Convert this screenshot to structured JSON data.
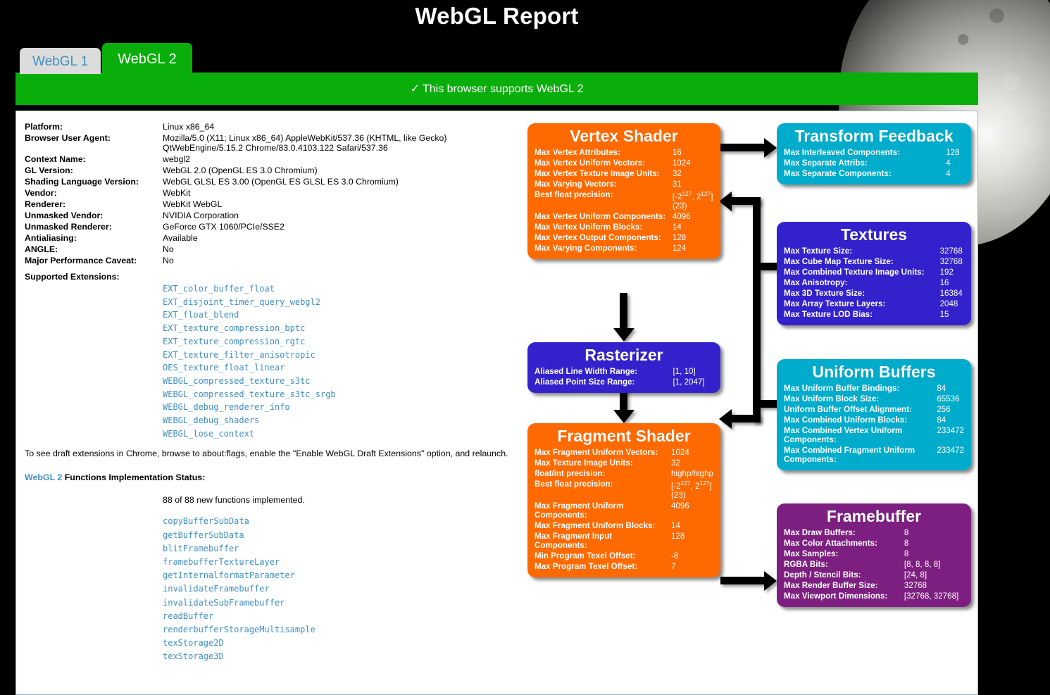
{
  "page": {
    "title": "WebGL Report"
  },
  "tabs": [
    {
      "label": "WebGL 1",
      "active": false
    },
    {
      "label": "WebGL 2",
      "active": true
    }
  ],
  "banner": {
    "icon": "check-mark",
    "text": "✓ This browser supports WebGL 2",
    "color": "#0aae0a"
  },
  "info": {
    "rows": [
      {
        "key": "Platform:",
        "value": "Linux x86_64"
      },
      {
        "key": "Browser User Agent:",
        "value": "Mozilla/5.0 (X11; Linux x86_64) AppleWebKit/537.36 (KHTML, like Gecko) QtWebEngine/5.15.2 Chrome/83.0.4103.122 Safari/537.36"
      },
      {
        "key": "Context Name:",
        "value": "webgl2"
      },
      {
        "key": "GL Version:",
        "value": "WebGL 2.0 (OpenGL ES 3.0 Chromium)"
      },
      {
        "key": "Shading Language Version:",
        "value": "WebGL GLSL ES 3.00 (OpenGL ES GLSL ES 3.0 Chromium)"
      },
      {
        "key": "Vendor:",
        "value": "WebKit"
      },
      {
        "key": "Renderer:",
        "value": "WebKit WebGL"
      },
      {
        "key": "Unmasked Vendor:",
        "value": "NVIDIA Corporation"
      },
      {
        "key": "Unmasked Renderer:",
        "value": "GeForce GTX 1060/PCIe/SSE2"
      },
      {
        "key": "Antialiasing:",
        "value": "Available"
      },
      {
        "key": "ANGLE:",
        "value": "No"
      },
      {
        "key": "Major Performance Caveat:",
        "value": "No"
      }
    ],
    "extensions_label": "Supported Extensions:",
    "extensions": [
      "EXT_color_buffer_float",
      "EXT_disjoint_timer_query_webgl2",
      "EXT_float_blend",
      "EXT_texture_compression_bptc",
      "EXT_texture_compression_rgtc",
      "EXT_texture_filter_anisotropic",
      "OES_texture_float_linear",
      "WEBGL_compressed_texture_s3tc",
      "WEBGL_compressed_texture_s3tc_srgb",
      "WEBGL_debug_renderer_info",
      "WEBGL_debug_shaders",
      "WEBGL_lose_context"
    ],
    "draft_note": "To see draft extensions in Chrome, browse to about:flags, enable the \"Enable WebGL Draft Extensions\" option, and relaunch.",
    "functions_head_link": "WebGL 2",
    "functions_head_rest": " Functions Implementation Status:",
    "functions_count": "88 of 88 new functions implemented.",
    "functions": [
      "copyBufferSubData",
      "getBufferSubData",
      "blitFramebuffer",
      "framebufferTextureLayer",
      "getInternalformatParameter",
      "invalidateFramebuffer",
      "invalidateSubFramebuffer",
      "readBuffer",
      "renderbufferStorageMultisample",
      "texStorage2D",
      "texStorage3D"
    ]
  },
  "diagram": {
    "vertex": {
      "title": "Vertex Shader",
      "color": "#ff6a00",
      "rows": [
        {
          "key": "Max Vertex Attributes:",
          "value": "16"
        },
        {
          "key": "Max Vertex Uniform Vectors:",
          "value": "1024"
        },
        {
          "key": "Max Vertex Texture Image Units:",
          "value": "32"
        },
        {
          "key": "Max Varying Vectors:",
          "value": "31"
        },
        {
          "key": "Best float precision:",
          "value": "[-2^127, 2^127] (23)"
        },
        {
          "key": "Max Vertex Uniform Components:",
          "value": "4096"
        },
        {
          "key": "Max Vertex Uniform Blocks:",
          "value": "14"
        },
        {
          "key": "Max Vertex Output Components:",
          "value": "128"
        },
        {
          "key": "Max Varying Components:",
          "value": "124"
        }
      ]
    },
    "rasterizer": {
      "title": "Rasterizer",
      "color": "#3322cc",
      "rows": [
        {
          "key": "Aliased Line Width Range:",
          "value": "[1, 10]"
        },
        {
          "key": "Aliased Point Size Range:",
          "value": "[1, 2047]"
        }
      ]
    },
    "fragment": {
      "title": "Fragment Shader",
      "color": "#ff6a00",
      "rows": [
        {
          "key": "Max Fragment Uniform Vectors:",
          "value": "1024"
        },
        {
          "key": "Max Texture Image Units:",
          "value": "32"
        },
        {
          "key": "float/int precision:",
          "value": "highp/highp"
        },
        {
          "key": "Best float precision:",
          "value": "[-2^127, 2^127] (23)"
        },
        {
          "key": "Max Fragment Uniform Components:",
          "value": "4096"
        },
        {
          "key": "Max Fragment Uniform Blocks:",
          "value": "14"
        },
        {
          "key": "Max Fragment Input Components:",
          "value": "128"
        },
        {
          "key": "Min Program Texel Offset:",
          "value": "-8"
        },
        {
          "key": "Max Program Texel Offset:",
          "value": "7"
        }
      ]
    },
    "transform_feedback": {
      "title": "Transform Feedback",
      "color": "#00accc",
      "rows": [
        {
          "key": "Max Interleaved Components:",
          "value": "128"
        },
        {
          "key": "Max Separate Attribs:",
          "value": "4"
        },
        {
          "key": "Max Separate Components:",
          "value": "4"
        }
      ]
    },
    "textures": {
      "title": "Textures",
      "color": "#3322cc",
      "rows": [
        {
          "key": "Max Texture Size:",
          "value": "32768"
        },
        {
          "key": "Max Cube Map Texture Size:",
          "value": "32768"
        },
        {
          "key": "Max Combined Texture Image Units:",
          "value": "192"
        },
        {
          "key": "Max Anisotropy:",
          "value": "16"
        },
        {
          "key": "Max 3D Texture Size:",
          "value": "16384"
        },
        {
          "key": "Max Array Texture Layers:",
          "value": "2048"
        },
        {
          "key": "Max Texture LOD Bias:",
          "value": "15"
        }
      ]
    },
    "uniform_buffers": {
      "title": "Uniform Buffers",
      "color": "#00accc",
      "rows": [
        {
          "key": "Max Uniform Buffer Bindings:",
          "value": "84"
        },
        {
          "key": "Max Uniform Block Size:",
          "value": "65536"
        },
        {
          "key": "Uniform Buffer Offset Alignment:",
          "value": "256"
        },
        {
          "key": "Max Combined Uniform Blocks:",
          "value": "84"
        },
        {
          "key": "Max Combined Vertex Uniform Components:",
          "value": "233472"
        },
        {
          "key": "Max Combined Fragment Uniform Components:",
          "value": "233472"
        }
      ]
    },
    "framebuffer": {
      "title": "Framebuffer",
      "color": "#7d1f80",
      "rows": [
        {
          "key": "Max Draw Buffers:",
          "value": "8"
        },
        {
          "key": "Max Color Attachments:",
          "value": "8"
        },
        {
          "key": "Max Samples:",
          "value": "8"
        },
        {
          "key": "RGBA Bits:",
          "value": "[8, 8, 8, 8]"
        },
        {
          "key": "Depth / Stencil Bits:",
          "value": "[24, 8]"
        },
        {
          "key": "Max Render Buffer Size:",
          "value": "32768"
        },
        {
          "key": "Max Viewport Dimensions:",
          "value": "[32768, 32768]"
        }
      ]
    }
  }
}
